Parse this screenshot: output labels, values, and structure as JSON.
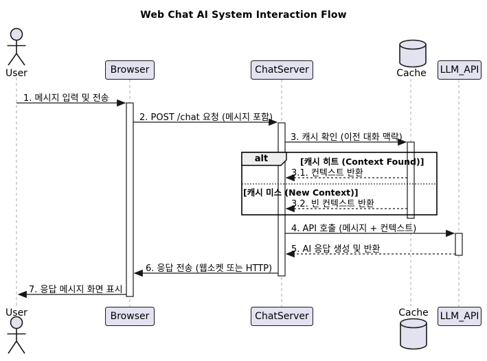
{
  "title": "Web Chat AI System Interaction Flow",
  "diagram_type": "uml-sequence",
  "colors": {
    "participant_fill": "#E2E2F0",
    "participant_border": "#181818",
    "lifeline": "#A8A8A8",
    "frame_border": "#000000",
    "fragment_label_fill": "#EEEEEE",
    "background": "#FFFFFF",
    "text": "#000000"
  },
  "participants": {
    "user": {
      "label": "User",
      "type": "actor"
    },
    "browser": {
      "label": "Browser",
      "type": "box"
    },
    "chatserver": {
      "label": "ChatServer",
      "type": "box"
    },
    "cache": {
      "label": "Cache",
      "type": "database"
    },
    "llm_api": {
      "label": "LLM_API",
      "type": "box"
    }
  },
  "messages": [
    {
      "label": "1. 메시지 입력 및 전송",
      "from": "User",
      "to": "Browser",
      "style": "solid"
    },
    {
      "label": "2. POST /chat 요청 (메시지 포함)",
      "from": "Browser",
      "to": "ChatServer",
      "style": "solid"
    },
    {
      "label": "3. 캐시 확인 (이전 대화 맥락)",
      "from": "ChatServer",
      "to": "Cache",
      "style": "solid"
    },
    {
      "label": "3.1. 컨텍스트 반환",
      "from": "Cache",
      "to": "ChatServer",
      "style": "dashed"
    },
    {
      "label": "3.2. 빈 컨텍스트 반환",
      "from": "Cache",
      "to": "ChatServer",
      "style": "dashed"
    },
    {
      "label": "4. API 호출 (메시지 + 컨텍스트)",
      "from": "ChatServer",
      "to": "LLM_API",
      "style": "solid"
    },
    {
      "label": "5. AI 응답 생성 및 반환",
      "from": "LLM_API",
      "to": "ChatServer",
      "style": "dashed"
    },
    {
      "label": "6. 응답 전송 (웹소켓 또는 HTTP)",
      "from": "ChatServer",
      "to": "Browser",
      "style": "solid"
    },
    {
      "label": "7. 응답 메시지 화면 표시",
      "from": "Browser",
      "to": "User",
      "style": "solid"
    }
  ],
  "fragment": {
    "operator": "alt",
    "guard_hit": "[캐시 히트 (Context Found)]",
    "guard_miss": "[캐시 미스 (New Context)]"
  }
}
